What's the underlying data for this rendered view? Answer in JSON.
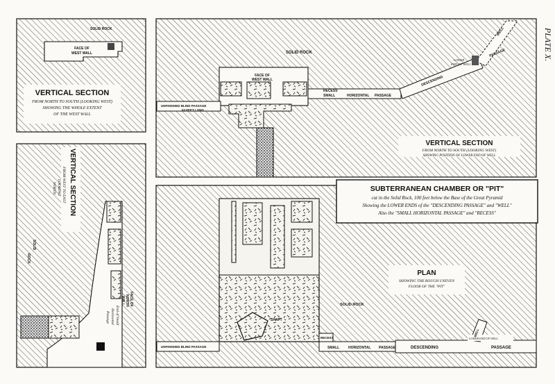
{
  "plate": "PLATE X.",
  "top_left": {
    "solid_rock": "SOLID ROCK",
    "face_wall": [
      "FACE OF",
      "WEST WALL"
    ],
    "title": "VERTICAL SECTION",
    "sub": [
      "FROM NORTH TO SOUTH (LOOKING WEST)",
      "SHOWING THE WHOLE EXTENT",
      "OF THE WEST WALL"
    ]
  },
  "top_right": {
    "solid_rock": "SOLID ROCK",
    "face_wall": [
      "FACE OF",
      "WEST WALL"
    ],
    "recess": "RECESS",
    "small": "SMALL",
    "horizontal": "HORIZONTAL",
    "passage": "PASSAGE",
    "unfinished": [
      "UNFINISHED BLIND PASSAGE",
      "53 FEET LONG"
    ],
    "descending": "DESCENDING",
    "passage2": "PASSAGE",
    "well": "WELL",
    "lower_end": [
      "LOWER",
      "END OF WELL"
    ],
    "title": "VERTICAL SECTION",
    "sub": [
      "FROM NORTH TO SOUTH (LOOKING WEST)",
      "SHOWING POSITION OF LOWER END OF WELL"
    ]
  },
  "bottom_left": {
    "title": "VERTICAL SECTION",
    "sub": [
      "FROM WEST TO EAST",
      "LOOKING",
      "NORTH"
    ],
    "solid": "SOLID",
    "rock": "ROCK",
    "face_wall": [
      "FACE OF",
      "NORTH",
      "WALL"
    ],
    "end_small": [
      "End of Small",
      "Horizontal",
      "Passage"
    ]
  },
  "caption": {
    "title": "SUBTERRANEAN CHAMBER OR \"PIT\"",
    "lines": [
      "cut in the Solid Rock, 100 feet below the Base of the Great Pyramid",
      "Showing the LOWER ENDS of the \"DESCENDING PASSAGE\" and \"WELL\"",
      "Also the \"SMALL HORIZONTAL PASSAGE\" and \"RECESS\""
    ]
  },
  "plan": {
    "title": "PLAN",
    "sub": [
      "SHOWING THE ROUGH UNEVEN",
      "FLOOR OF THE \"PIT\""
    ],
    "solid_rock": "SOLID ROCK",
    "shaft": "SHAFT",
    "recess": "RECESS",
    "unfinished": "UNFINISHED BLIND PASSAGE",
    "small": "SMALL",
    "horizontal": "HORIZONTAL",
    "passage": "PASSAGE",
    "descending": "DESCENDING",
    "passage2": "PASSAGE",
    "well": "WELL",
    "lower_end": "LOWER END OF WELL"
  }
}
